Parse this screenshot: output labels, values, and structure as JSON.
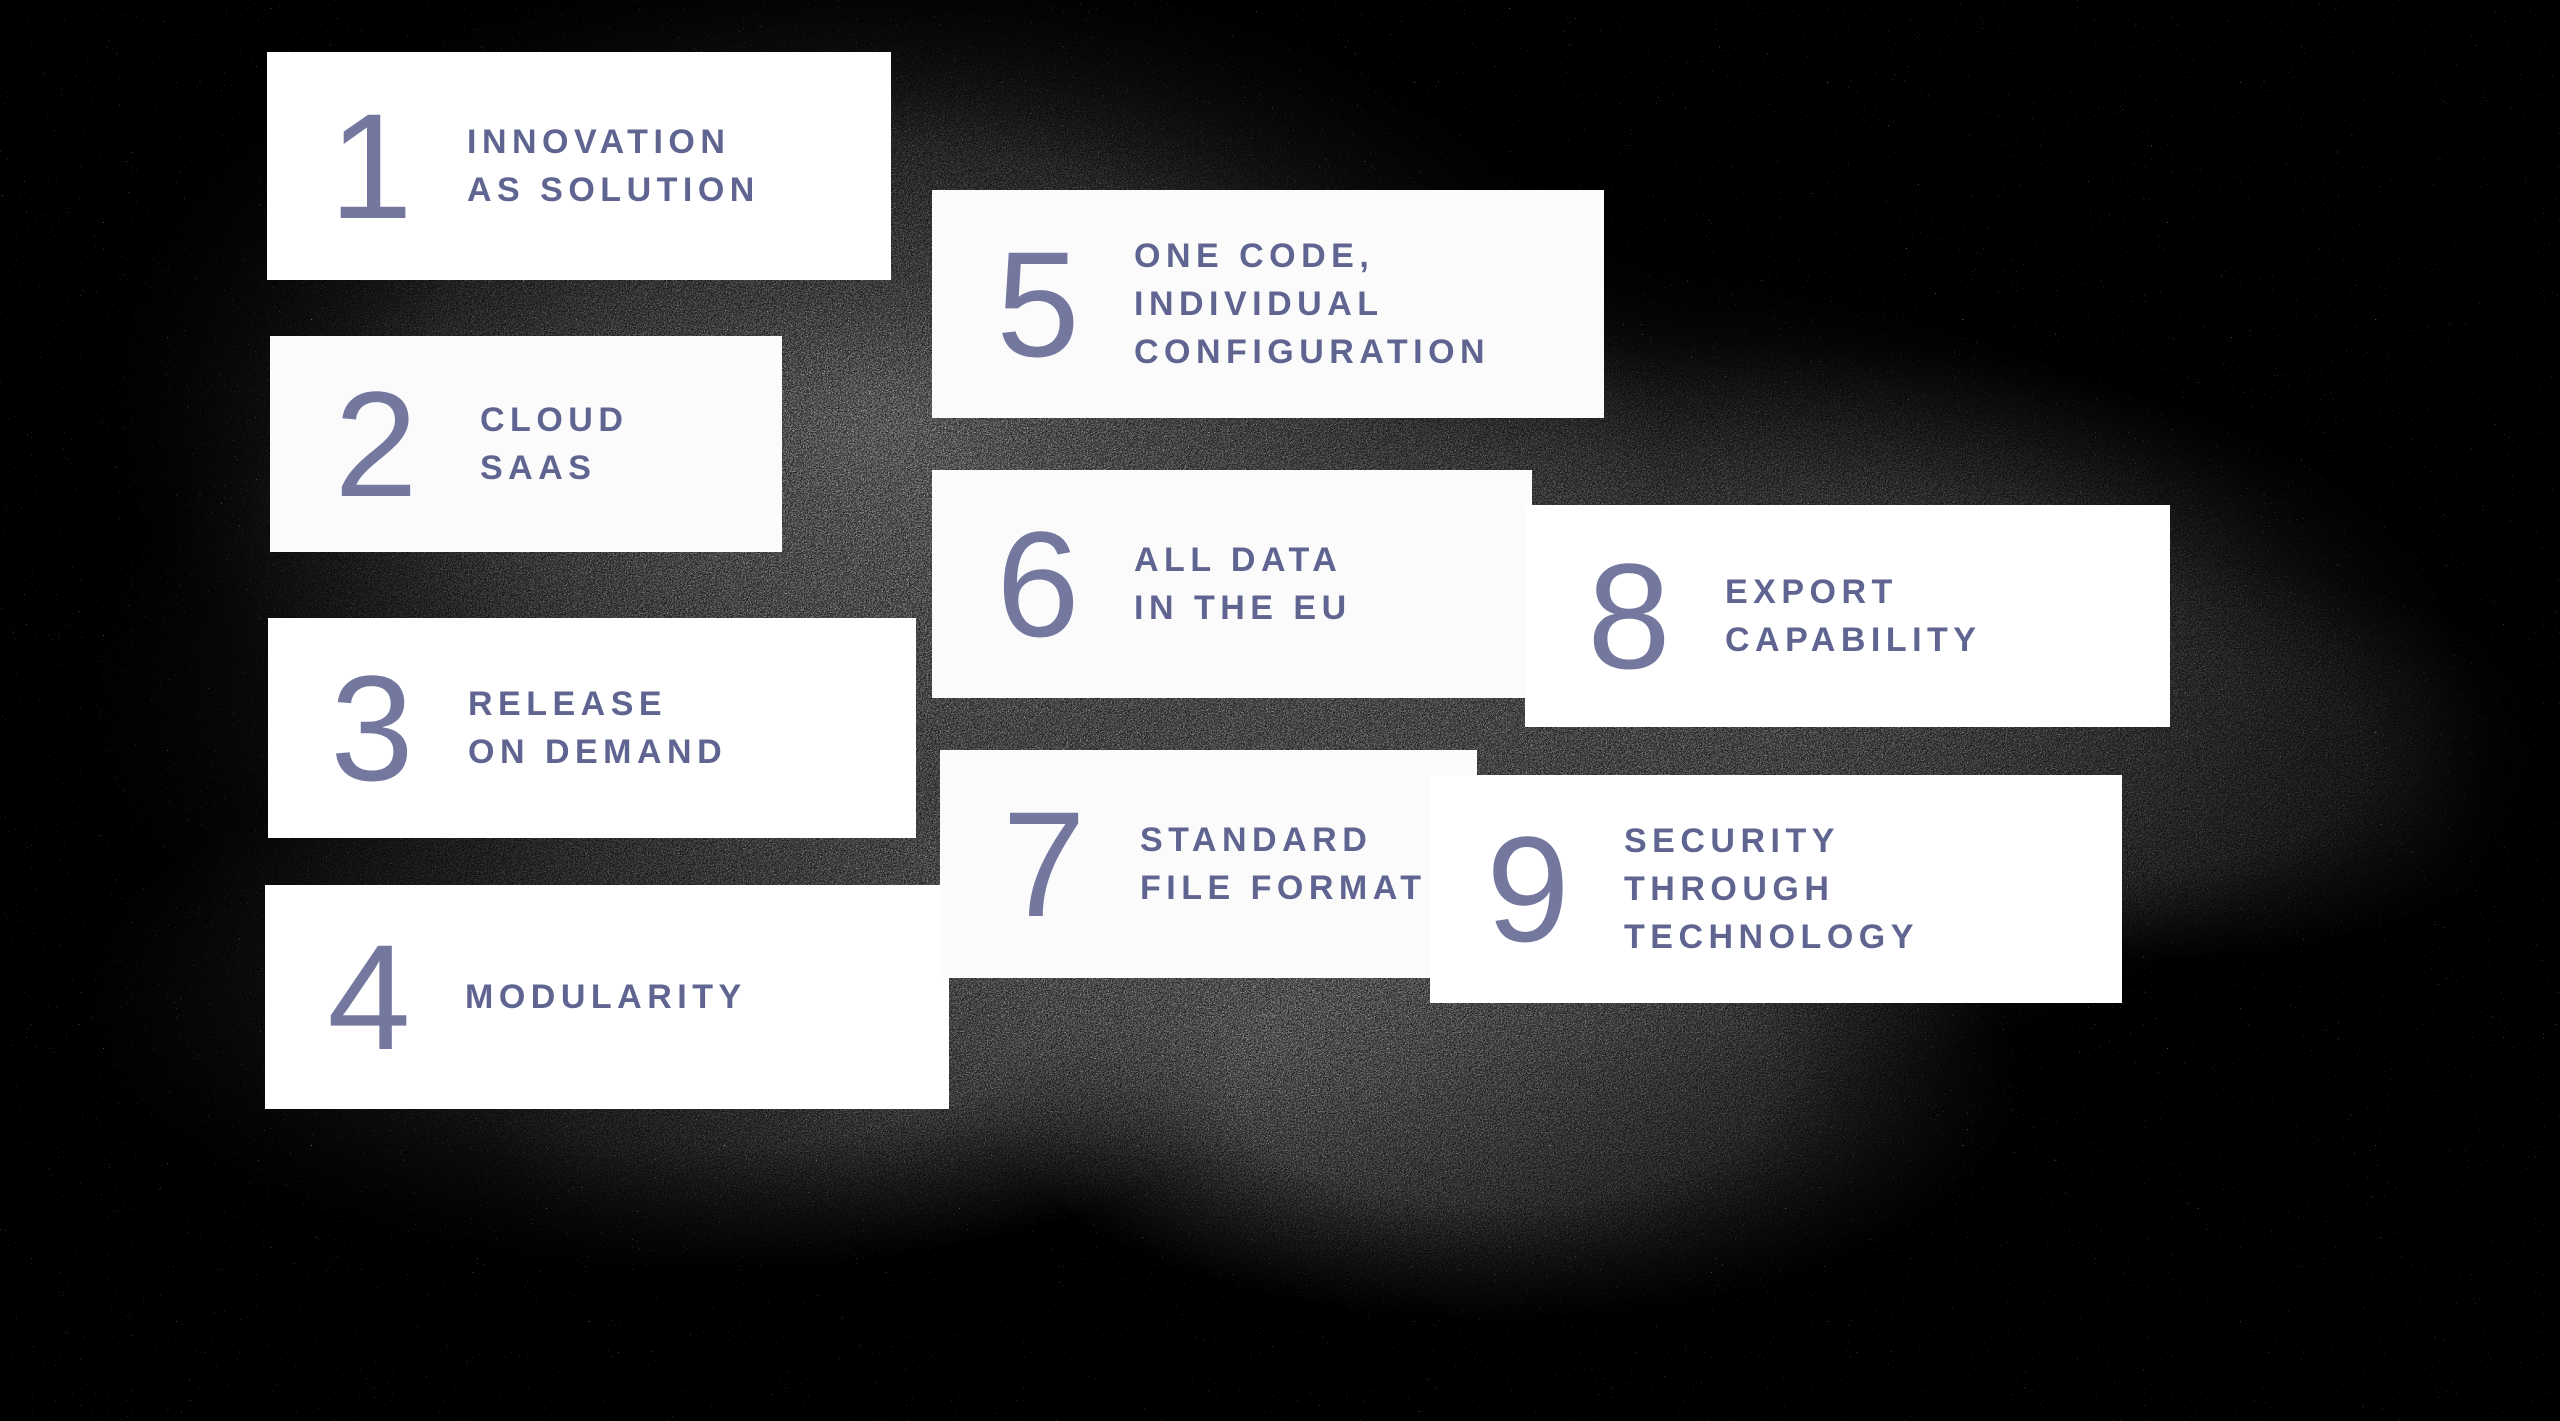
{
  "theme": {
    "background": "#000000",
    "card_background": "#ffffff",
    "number_color": "#74789f",
    "label_color": "#5f6490"
  },
  "cards": [
    {
      "number": "1",
      "label": "INNOVATION\nAS SOLUTION"
    },
    {
      "number": "2",
      "label": "CLOUD\nSAAS"
    },
    {
      "number": "3",
      "label": "RELEASE\nON DEMAND"
    },
    {
      "number": "4",
      "label": "MODULARITY"
    },
    {
      "number": "5",
      "label": "ONE CODE,\nINDIVIDUAL\nCONFIGURATION"
    },
    {
      "number": "6",
      "label": "ALL DATA\nIN THE EU"
    },
    {
      "number": "7",
      "label": "STANDARD\nFILE FORMAT"
    },
    {
      "number": "8",
      "label": "EXPORT\nCAPABILITY"
    },
    {
      "number": "9",
      "label": "SECURITY\nTHROUGH\nTECHNOLOGY"
    }
  ]
}
